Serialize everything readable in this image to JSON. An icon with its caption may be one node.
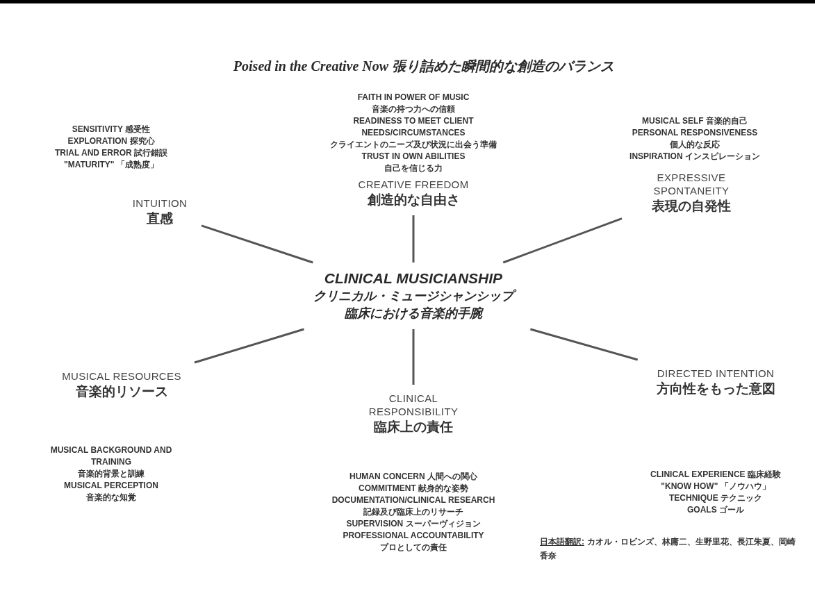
{
  "diagram": {
    "title": "Poised in the Creative Now 張り詰めた瞬間的な創造のバランス",
    "nodes": [
      {
        "text": [
          "CLINICAL MUSICIANSHIP",
          "クリニカル・ミュージシャンシップ",
          "臨床における音楽的手腕"
        ]
      },
      {
        "text": [
          "INTUITION",
          "直感"
        ]
      },
      {
        "text": [
          "CREATIVE FREEDOM",
          "創造的な自由さ"
        ]
      },
      {
        "text": [
          "EXPRESSIVE SPONTANEITY",
          "表現の自発性"
        ]
      },
      {
        "text": [
          "MUSICAL RESOURCES",
          "音楽的リソース"
        ]
      },
      {
        "text": [
          "CLINICAL RESPONSIBILITY",
          "臨床上の責任"
        ]
      },
      {
        "text": [
          "DIRECTED INTENTION",
          "方向性をもった意図"
        ]
      }
    ],
    "edges": [
      {
        "from": 0,
        "to": 1,
        "arrow": "none"
      },
      {
        "from": 0,
        "to": 2,
        "arrow": "none"
      },
      {
        "from": 0,
        "to": 3,
        "arrow": "none"
      },
      {
        "from": 0,
        "to": 4,
        "arrow": "none"
      },
      {
        "from": 0,
        "to": 5,
        "arrow": "none"
      },
      {
        "from": 0,
        "to": 6,
        "arrow": "none"
      }
    ],
    "labels": [
      "SENSITIVITY 感受性",
      "EXPLORATION 探究心",
      "TRIAL AND ERROR 試行錯誤",
      "\"MATURITY\" 「成熟度」",
      "FAITH IN POWER OF MUSIC",
      "音楽の持つ力への信頼",
      "READINESS TO MEET CLIENT NEEDS/CIRCUMSTANCES",
      "クライエントのニーズ及び状況に出会う準備",
      "TRUST IN OWN ABILITIES",
      "自己を信じる力",
      "MUSICAL SELF 音楽的自己",
      "PERSONAL RESPONSIVENESS",
      "個人的な反応",
      "INSPIRATION インスピレーション",
      "MUSICAL BACKGROUND AND TRAINING",
      "音楽的背景と訓練",
      "MUSICAL PERCEPTION",
      "音楽的な知覚",
      "HUMAN CONCERN 人間への関心",
      "COMMITMENT 献身的な姿勢",
      "DOCUMENTATION/CLINICAL RESEARCH",
      "記録及び臨床上のリサーチ",
      "SUPERVISION スーパーヴィジョン",
      "PROFESSIONAL ACCOUNTABILITY",
      "プロとしての責任",
      "CLINICAL EXPERIENCE 臨床経験",
      "\"KNOW HOW\" 「ノウハウ」",
      "TECHNIQUE テクニック",
      "GOALS ゴール",
      "日本語翻訳:",
      "カオル・ロビンズ、林庸二、生野里花、長江朱夏、岡崎香奈"
    ]
  }
}
